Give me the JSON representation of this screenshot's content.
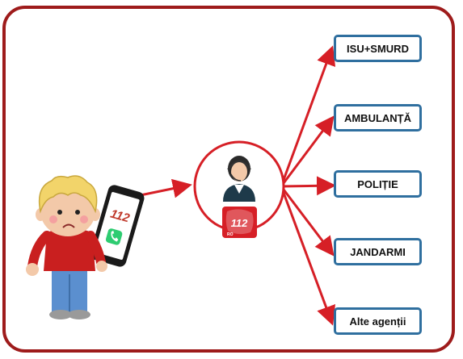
{
  "agencies": [
    {
      "label": "ISU+SMURD"
    },
    {
      "label": "AMBULANȚĂ"
    },
    {
      "label": "POLIȚIE"
    },
    {
      "label": "JANDARMI"
    },
    {
      "label": "Alte agenții"
    }
  ],
  "phone": {
    "number": "112"
  },
  "logo": {
    "number": "112",
    "country": "RO"
  },
  "colors": {
    "frame": "#9e1b1b",
    "arrow": "#d61f26",
    "box_border": "#2f6f9f"
  },
  "icons": [
    "child-icon",
    "phone-icon",
    "call-icon",
    "operator-icon",
    "logo-112-icon",
    "arrow-icon"
  ]
}
